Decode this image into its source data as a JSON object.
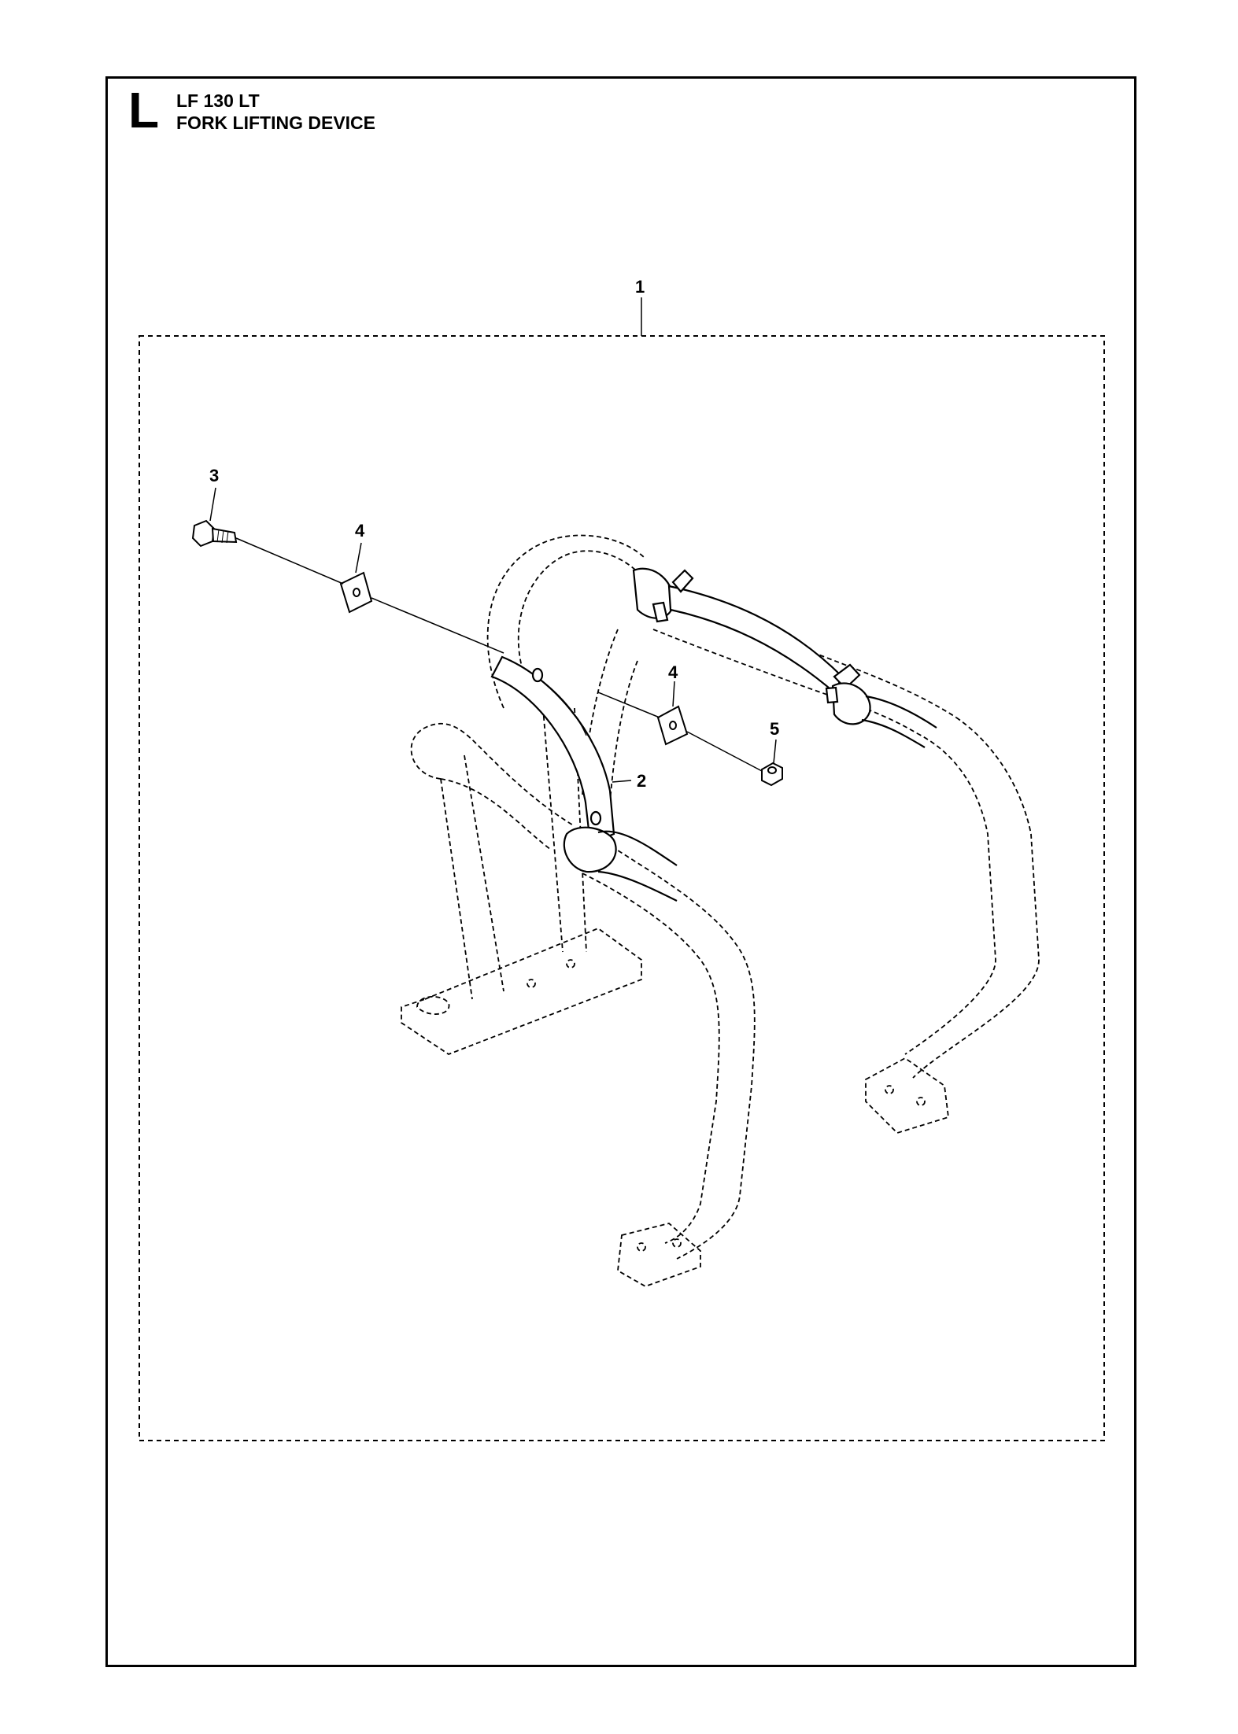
{
  "header": {
    "section_letter": "L",
    "model": "LF 130 LT",
    "title": "FORK LIFTING DEVICE"
  },
  "callouts": [
    {
      "id": "c1",
      "label": "1"
    },
    {
      "id": "c2",
      "label": "2"
    },
    {
      "id": "c3",
      "label": "3"
    },
    {
      "id": "c4a",
      "label": "4"
    },
    {
      "id": "c4b",
      "label": "4"
    },
    {
      "id": "c5",
      "label": "5"
    }
  ],
  "colors": {
    "line": "#000000",
    "background": "#ffffff"
  }
}
